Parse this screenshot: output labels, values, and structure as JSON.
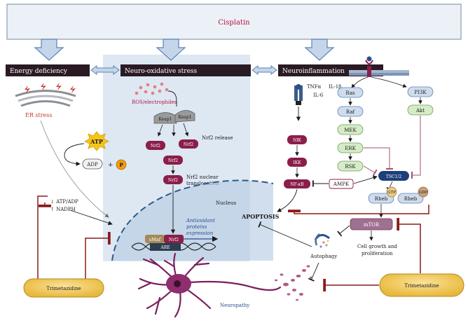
{
  "top": {
    "label": "Cisplatin"
  },
  "headers": {
    "energy": "Energy deficiency",
    "oxidative": "Neuro-oxidative stress",
    "inflammation": "Neuroinflammation"
  },
  "left": {
    "er_stress": "ER stress",
    "atp": "ATP",
    "adp": "ADP",
    "plus": "+",
    "p": "P",
    "ratio_line1": "↓ ATP/ADP",
    "ratio_line2": "↑ NADPH",
    "drug": "Trimetazidine"
  },
  "middle": {
    "ros": "ROS/electrophiles",
    "keap1a": "Keap1",
    "keap1b": "Keap1",
    "nrf2_a": "Nrf2",
    "nrf2_b": "Nrf2",
    "nrf2_release": "Nrf2 release",
    "nrf2_c": "Nrf2",
    "nrf2_d": "Nrf2",
    "transloc1": "Nrf2 nuclear",
    "transloc2": "translocation",
    "nucleus": "Nucleus",
    "smaf": "sMaf",
    "nrf2_e": "Nrf2",
    "are": "ARE",
    "antiox1": "Antioxidant",
    "antiox2": "proteins",
    "antiox3": "expression"
  },
  "right": {
    "tnf": "TNFα",
    "il1": "IL-1β",
    "il6": "IL-6",
    "nik": "NIK",
    "ikk": "IKK",
    "nfkb": "NF-κB",
    "ampk": "AMPK",
    "ras": "Ras",
    "raf": "Raf",
    "mek": "MEK",
    "erk": "ERK",
    "rsk": "RSK",
    "pi3k": "PI3K",
    "akt": "Akt",
    "tsc": "TSC1/2",
    "gtp": "GTP",
    "gdp": "GDP",
    "rheb1": "Rheb",
    "rheb2": "Rheb",
    "mtor": "mTOR",
    "growth1": "Cell growth and",
    "growth2": "proliferation",
    "apoptosis": "APOPTOSIS",
    "autophagy": "Autophagy",
    "neuropathy": "Neuropathy",
    "drug": "Trimetazidine"
  },
  "colors": {
    "header_bg": "#2a1a24",
    "pathway_green": "#d6ebc8",
    "pathway_blue": "#cfdced",
    "node_maroon": "#8b1e4a",
    "inhibit_red": "#8b1a1a",
    "drug_yellow": "#f2c94c",
    "nucleus_blue": "#a9c1dc"
  }
}
